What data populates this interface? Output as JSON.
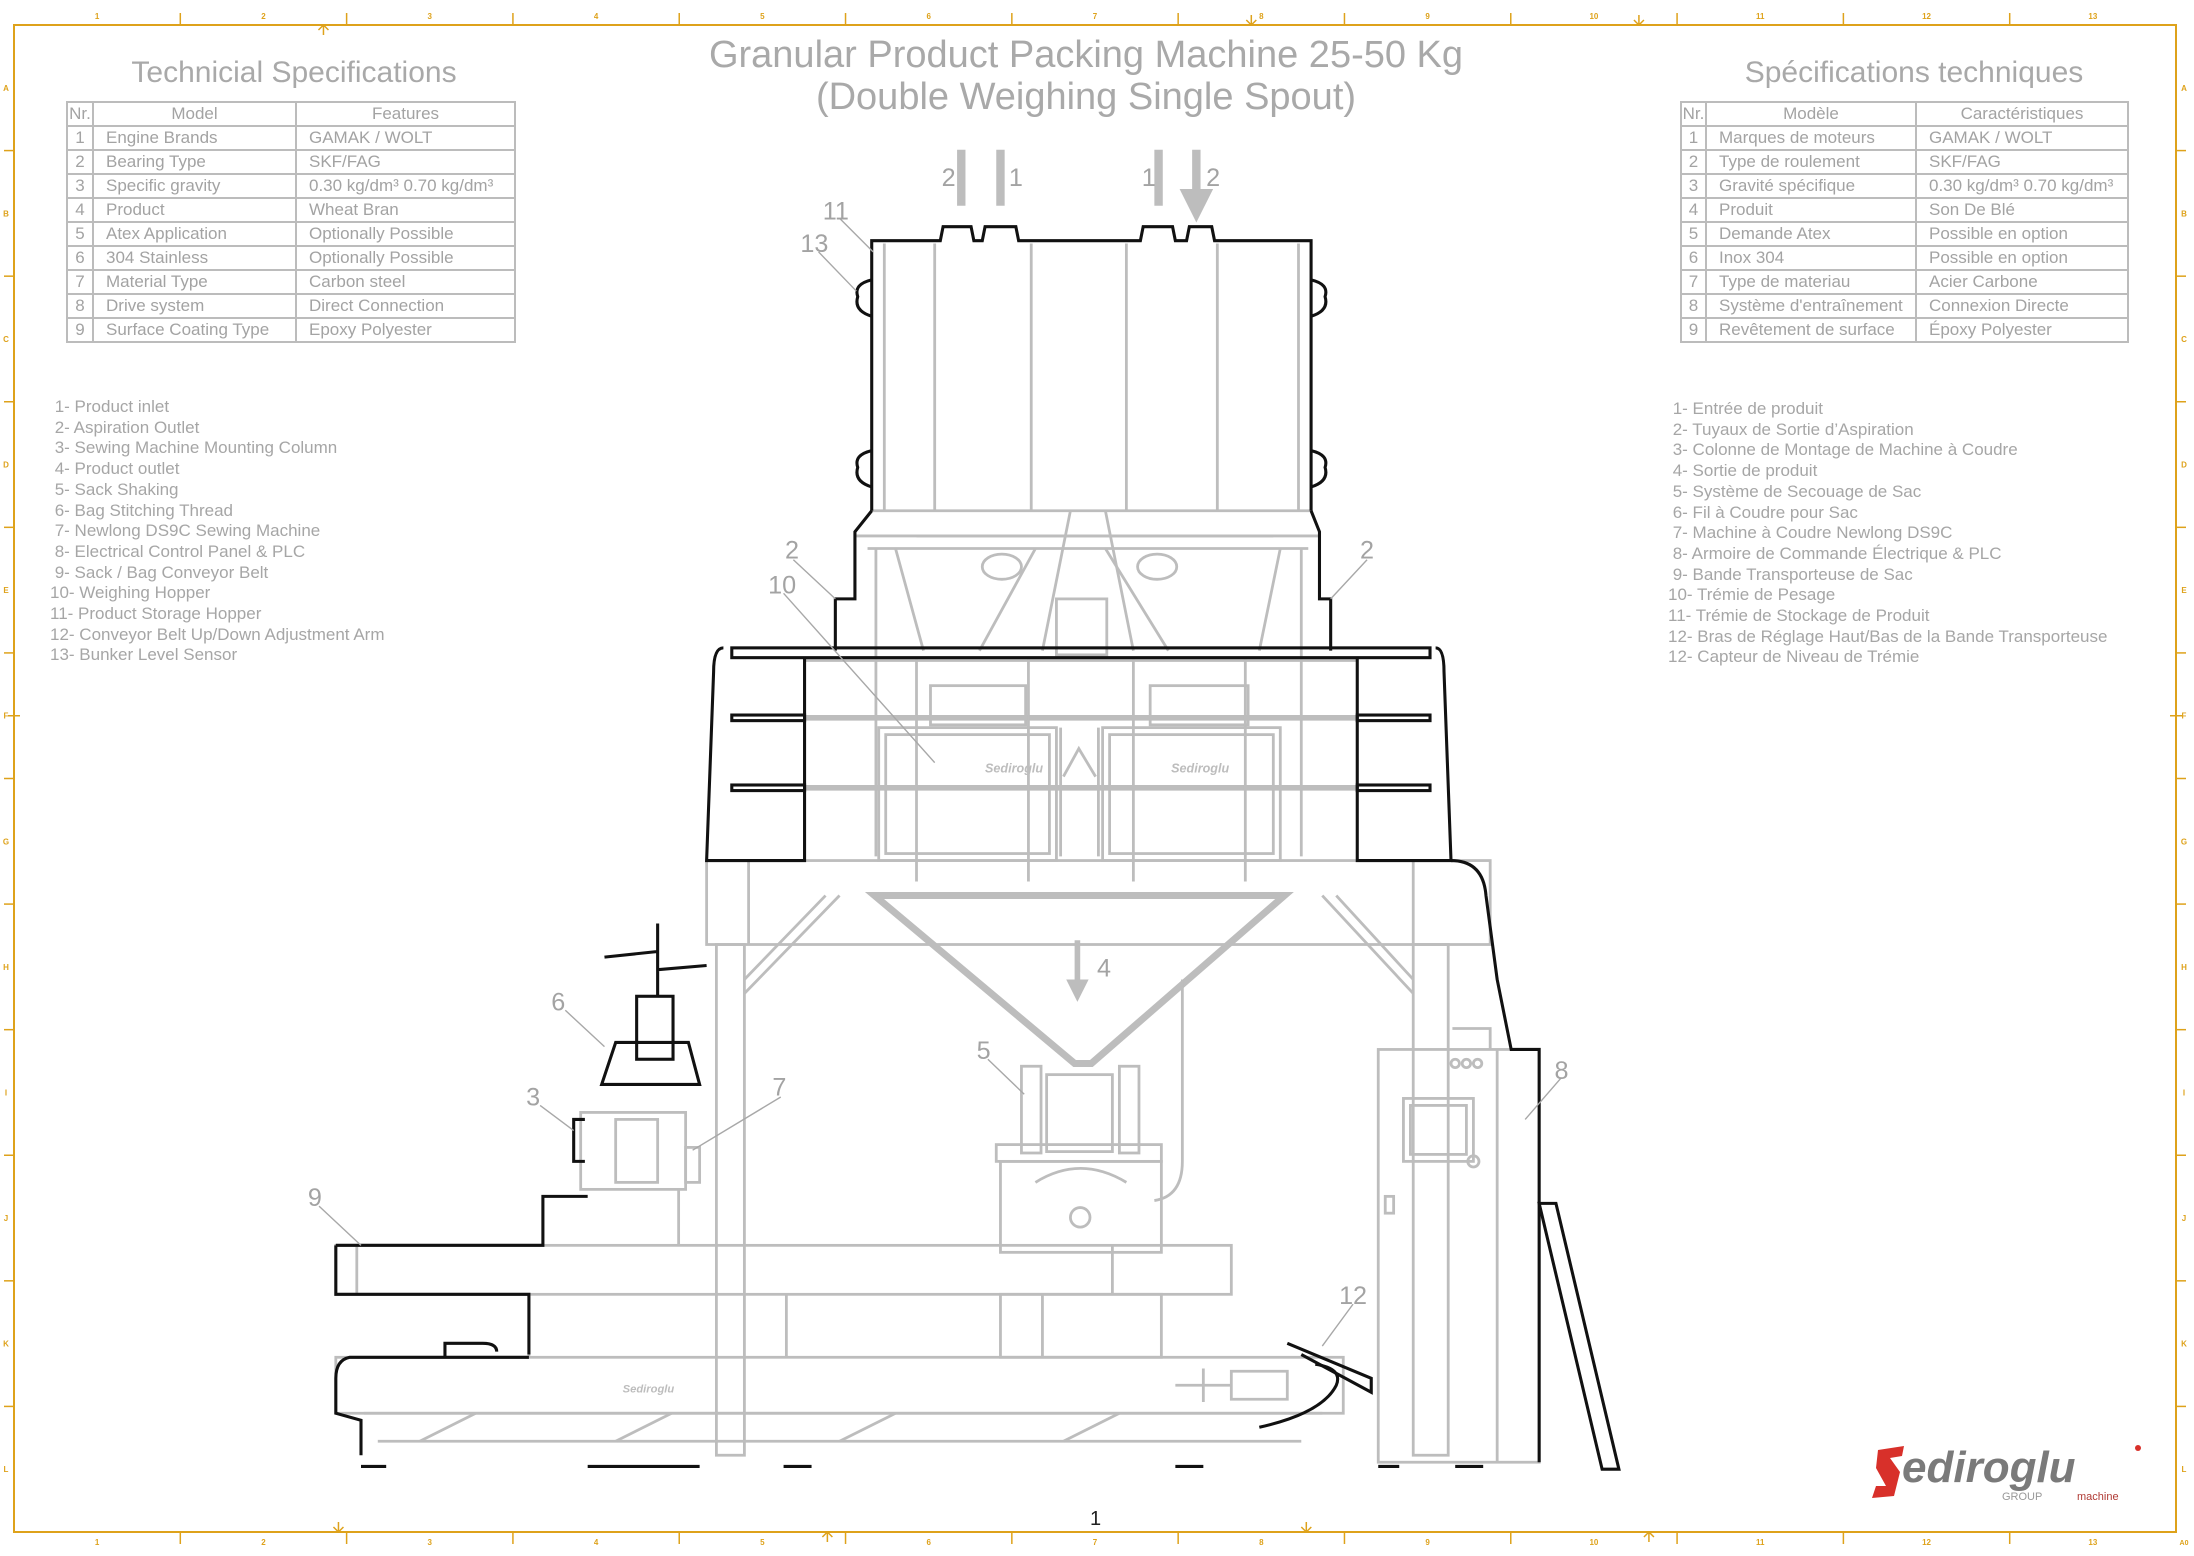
{
  "title": {
    "line1": "Granular Product Packing Machine 25-50 Kg",
    "line2": "(Double Weighing Single Spout)"
  },
  "left_specs": {
    "title": "Technicial Specifications",
    "headers": [
      "Nr.",
      "Model",
      "Features"
    ],
    "rows": [
      [
        "1",
        "Engine Brands",
        "GAMAK / WOLT"
      ],
      [
        "2",
        "Bearing Type",
        "SKF/FAG"
      ],
      [
        "3",
        "Specific gravity",
        "0.30 kg/dm³ 0.70 kg/dm³"
      ],
      [
        "4",
        "Product",
        "Wheat Bran"
      ],
      [
        "5",
        "Atex Application",
        "Optionally Possible"
      ],
      [
        "6",
        "304 Stainless",
        "Optionally Possible"
      ],
      [
        "7",
        "Material Type",
        "Carbon steel"
      ],
      [
        "8",
        "Drive system",
        "Direct Connection"
      ],
      [
        "9",
        "Surface Coating Type",
        "Epoxy Polyester"
      ]
    ]
  },
  "right_specs": {
    "title": "Spécifications techniques",
    "headers": [
      "Nr.",
      "Modèle",
      "Caractéristiques"
    ],
    "rows": [
      [
        "1",
        "Marques de moteurs",
        "GAMAK / WOLT"
      ],
      [
        "2",
        "Type de roulement",
        "SKF/FAG"
      ],
      [
        "3",
        "Gravité spécifique",
        "0.30 kg/dm³ 0.70 kg/dm³"
      ],
      [
        "4",
        "Produit",
        "Son De Blé"
      ],
      [
        "5",
        "Demande Atex",
        "Possible en option"
      ],
      [
        "6",
        "Inox 304",
        "Possible en option"
      ],
      [
        "7",
        "Type de materiau",
        "Acier Carbone"
      ],
      [
        "8",
        "Système d'entraînement",
        "Connexion Directe"
      ],
      [
        "9",
        "Revêtement de surface",
        "Époxy Polyester"
      ]
    ]
  },
  "left_legend": [
    " 1- Product inlet",
    " 2- Aspiration Outlet",
    " 3- Sewing Machine Mounting Column",
    " 4- Product outlet",
    " 5- Sack Shaking",
    " 6- Bag Stitching Thread",
    " 7- Newlong DS9C Sewing Machine",
    " 8- Electrical Control Panel & PLC",
    " 9- Sack / Bag Conveyor Belt",
    "10- Weighing Hopper",
    "11- Product Storage Hopper",
    "12- Conveyor Belt Up/Down Adjustment Arm",
    "13- Bunker Level Sensor"
  ],
  "right_legend": [
    " 1- Entrée de produit",
    " 2- Tuyaux de Sortie d’Aspiration",
    " 3- Colonne de Montage de Machine à Coudre",
    " 4- Sortie de produit",
    " 5- Système de Secouage de Sac",
    " 6- Fil à Coudre pour Sac",
    " 7- Machine à Coudre Newlong DS9C",
    " 8- Armoire de Commande Électrique & PLC",
    " 9- Bande Transporteuse de Sac",
    "10- Trémie de Pesage",
    "11- Trémie de Stockage de Produit",
    "12- Bras de Réglage Haut/Bas de la Bande Transporteuse",
    "12- Capteur de Niveau de Trémie"
  ],
  "callouts": {
    "inlet_a": "2",
    "inlet_b": "1",
    "inlet_c": "1",
    "inlet_d": "2",
    "storage_hopper": "11",
    "level_sensor": "13",
    "aspiration_left": "2",
    "aspiration_right": "2",
    "weighing_hopper": "10",
    "product_outlet": "4",
    "sack_shaking": "5",
    "stitching_thread": "6",
    "mounting_column": "3",
    "sewing_machine": "7",
    "conveyor_belt": "9",
    "control_panel": "8",
    "adjustment_arm": "12"
  },
  "page_number": "1",
  "frame": {
    "columns": [
      "1",
      "2",
      "3",
      "4",
      "5",
      "6",
      "7",
      "8",
      "9",
      "10",
      "11",
      "12",
      "13"
    ],
    "rows": [
      "A",
      "B",
      "C",
      "D",
      "E",
      "F",
      "G",
      "H",
      "I",
      "J",
      "K",
      "L"
    ],
    "sheet_size": "A0"
  },
  "logo": {
    "name": "Sediroglu",
    "group": "GROUP",
    "machine": "machine"
  },
  "colors": {
    "frame": "#dea21b",
    "text": "#a6a6a6",
    "outline": "#111111",
    "part": "#bdbdbd",
    "logo_red": "#d8302a",
    "logo_gray": "#777777"
  }
}
